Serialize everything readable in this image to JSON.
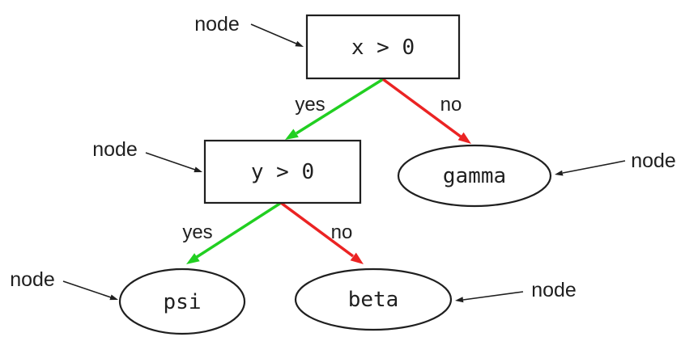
{
  "colors": {
    "yes_edge": "#21cf21",
    "no_edge": "#eb2323",
    "ink": "#1f1f1f"
  },
  "nodes": {
    "root": {
      "label": "x > 0",
      "shape": "box"
    },
    "cond2": {
      "label": "y > 0",
      "shape": "box"
    },
    "gamma": {
      "label": "gamma",
      "shape": "ellipse"
    },
    "psi": {
      "label": "psi",
      "shape": "ellipse"
    },
    "beta": {
      "label": "beta",
      "shape": "ellipse"
    }
  },
  "edge_labels": {
    "yes": "yes",
    "no": "no"
  },
  "annotation_label": "node"
}
